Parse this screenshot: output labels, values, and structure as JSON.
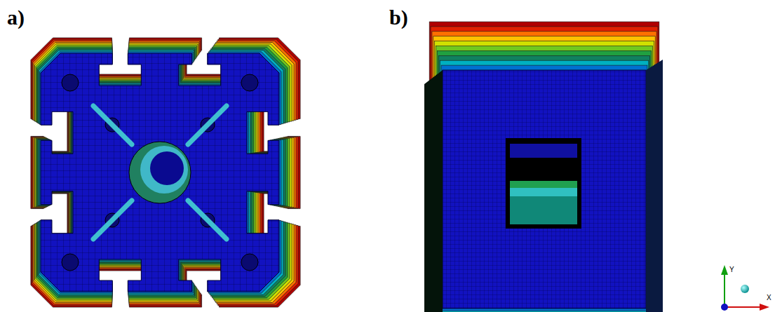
{
  "diagram": {
    "labels": [
      "a)",
      "b)",
      "Y",
      "X"
    ]
  }
}
